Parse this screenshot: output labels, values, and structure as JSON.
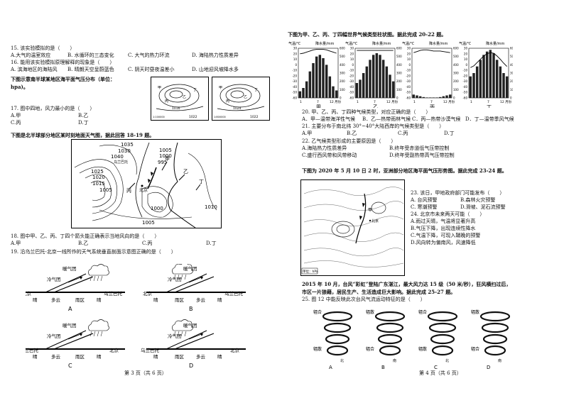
{
  "left": {
    "q15": {
      "stem": "15. 该实验模拟的是（　　）",
      "opts": [
        "A.大气的温室效应",
        "B. 水循环的三态变化",
        "C. 大气的热力环流",
        "D. 海陆热力性质差异"
      ]
    },
    "q16": {
      "stem": "16. 能用该实验模拟原理解释的现象是（　　）",
      "opts": [
        "A. 滨海地区的海陆风",
        "B. 晴朗天空呈蔚蓝色",
        "C. 阴天时昼夜温差小",
        "D. 山地迎风坡降水多"
      ]
    },
    "intro1": "下图示意南半球某地区海平面气压分布（单位：",
    "intro1b": "hpa)。",
    "map1": {
      "labels": [
        "1016",
        "1022",
        "1:100000"
      ]
    },
    "map2": {
      "labels": [
        "1024",
        "1022",
        "1:800000"
      ]
    },
    "q17": {
      "stem": "17. 图中四地，风力最小的是（　　）",
      "opts": [
        "A.甲",
        "B.乙",
        "C.丙",
        "D.丁"
      ]
    },
    "intro2": "下图是北半球部分地区某时刻地面天气图，据此回答 18-19 题。",
    "wmap": {
      "isobars": [
        "1035",
        "1030",
        "1040",
        "1025",
        "1020",
        "1015",
        "1005",
        "1000",
        "1005",
        "1010",
        "1005",
        "1000",
        "995"
      ],
      "places": [
        "乌兰巴托",
        "北京",
        "甲",
        "乙",
        "丙",
        "丁"
      ]
    },
    "q18": {
      "stem": "18. 图中甲、乙、丙、丁四个箭头能正确表示当地风向的是（　　）",
      "opts": [
        "A.甲",
        "B.乙",
        "C.丙",
        "D.丁"
      ]
    },
    "q19": {
      "stem": "19. 沿乌兰巴托-北京一线所作的天气系统垂直剖面示意图正确的是（　　）"
    },
    "sections": [
      {
        "letter": "A",
        "warm": "暖气团",
        "cold": "冷气团",
        "left": "北京",
        "right": "乌兰巴托",
        "weather": [
          "晴",
          "多云",
          "雨区",
          "晴"
        ]
      },
      {
        "letter": "B",
        "warm": "暖气团",
        "cold": "冷气团",
        "left": "北京",
        "right": "乌兰巴托",
        "weather": [
          "晴",
          "雨区",
          "多云",
          "晴"
        ]
      },
      {
        "letter": "C",
        "warm": "暖气团",
        "cold": "冷气团",
        "left": "乌兰巴托",
        "right": "北京",
        "weather": [
          "晴",
          "多云",
          "雨区",
          "晴"
        ]
      },
      {
        "letter": "D",
        "warm": "暖气团",
        "cold": "冷气团",
        "left": "乌兰巴托",
        "right": "北京",
        "weather": [
          "晴",
          "雨区",
          "多云",
          "晴"
        ]
      }
    ],
    "footer": "第 3 页（共 6 页）"
  },
  "right": {
    "intro": "下图为甲、乙、丙、丁四幅世界气候类型柱状图。据此完成 20-22 题。",
    "climate": [
      {
        "name": "甲",
        "t_label": "气温/℃",
        "p_label": "降水量/mm",
        "precip": [
          80,
          120,
          200,
          320,
          420,
          500,
          520,
          480,
          400,
          260,
          140,
          90
        ],
        "temp": [
          20,
          21,
          23,
          25,
          27,
          28,
          28,
          28,
          27,
          25,
          23,
          21
        ]
      },
      {
        "name": "乙",
        "t_label": "气温/℃",
        "p_label": "降水量/mm",
        "precip": [
          180,
          220,
          300,
          380,
          460,
          520,
          540,
          520,
          460,
          380,
          280,
          200
        ],
        "temp": [
          26,
          26,
          26,
          26,
          26,
          26,
          26,
          26,
          26,
          26,
          26,
          26
        ]
      },
      {
        "name": "丙",
        "t_label": "气温/℃",
        "p_label": "降水量/mm",
        "precip": [
          40,
          30,
          20,
          10,
          5,
          5,
          5,
          5,
          10,
          20,
          30,
          40
        ],
        "temp": [
          22,
          24,
          26,
          27,
          27,
          26,
          25,
          25,
          25,
          24,
          23,
          22
        ]
      },
      {
        "name": "丁",
        "t_label": "气温/℃",
        "p_label": "降水量/mm",
        "precip": [
          260,
          300,
          380,
          460,
          520,
          560,
          580,
          540,
          460,
          380,
          300,
          260
        ],
        "temp": [
          -5,
          -2,
          4,
          10,
          16,
          20,
          22,
          21,
          16,
          10,
          3,
          -3
        ]
      }
    ],
    "axis": {
      "t_ticks": [
        "30",
        "20",
        "10",
        "0",
        "-10",
        "-20",
        "-30",
        "-40",
        "-50",
        "-60"
      ],
      "p_ticks": [
        "600",
        "500",
        "400",
        "300",
        "200",
        "100",
        "0"
      ],
      "months": [
        "1",
        "7",
        "12 月份"
      ]
    },
    "q20": {
      "stem": "20. 甲、乙、丙、丁四种气候类型，对应正确的是（　　）",
      "opts": [
        "A．甲—温带海洋性气候",
        "B．乙—热带雨林气候",
        "C．丙—热带沙漠气候",
        "D．丁—温带季风气候"
      ]
    },
    "q21": {
      "stem": "21. 主要分布于南北纬 30°~40°大陆西岸的气候类型是（　　）",
      "opts": [
        "A.甲",
        "B.乙",
        "C.丙",
        "D.丁"
      ]
    },
    "q22": {
      "stem": "22. 乙气候类型形成的主要原因是（　　）",
      "opts": [
        "A.海陆热力性质差异",
        "B.终年受赤道低气压带控制",
        "C.盛行西风带和风带移动",
        "D.终年受副热带高气压带控制"
      ]
    },
    "intro2": "下图为 2020 年 5 月 10 日 2 时，亚洲部分地区海平面气压形势图。据此完成 23-24 题。",
    "q23": {
      "stem": "23. 该日，甲地政府部门可能发布（　　）",
      "opts": [
        "A. 台风预警",
        "B.森林火灾预警",
        "C. 寒潮预警",
        "D.滑坡、泥石流预警"
      ]
    },
    "q24": {
      "stem": "24. 北京市未来两天可能（　　）",
      "opts": [
        "A.雨过天晴，气温将显著升高",
        "B.气压下降，出现连续性降水",
        "C.气温下降，可现入鞘晚的预警",
        "D.风向转为偏南风，风速降低"
      ]
    },
    "unit": "单位：hPa",
    "intro3a": "2015 年 10 月，台风“彩虹”登陆广东湛江，最大风力达 15 级（50 米/秒），狂风横扫过后，",
    "intro3b": "市区一片狼藉，居民生产、生活造成巨大影响。据此完成 25-27 题。",
    "q25": {
      "stem": "25. 图 12 中能反映此次台风气流运动特征的是（　　）"
    },
    "helix": [
      {
        "letter": "A",
        "top": "辐合",
        "bottom": "辐散"
      },
      {
        "letter": "B",
        "top": "辐散",
        "bottom": "辐合"
      },
      {
        "letter": "C",
        "top": "辐合",
        "bottom": "辐散"
      },
      {
        "letter": "D",
        "top": "辐散",
        "bottom": "辐合"
      }
    ],
    "helix_dirs": [
      "北",
      "南",
      "北",
      "南"
    ],
    "footer": "第 4 页（共 6 页）"
  }
}
